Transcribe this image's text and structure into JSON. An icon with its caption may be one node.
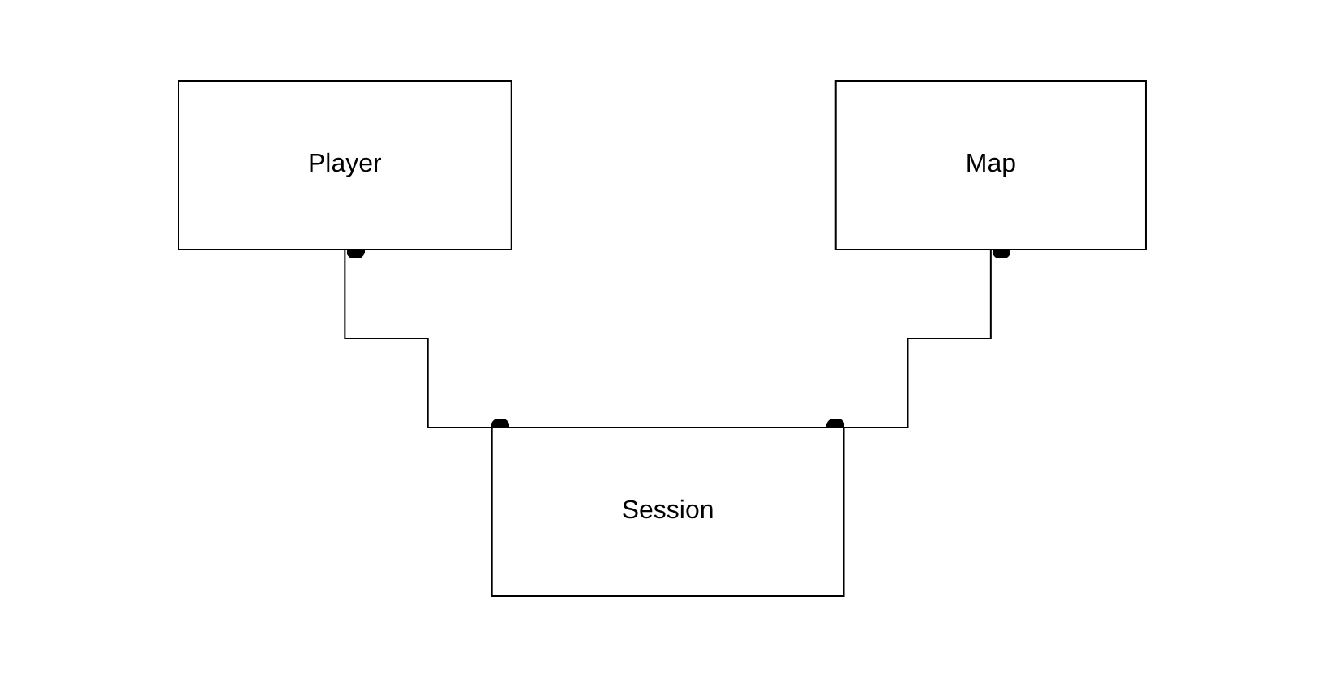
{
  "diagram": {
    "nodes": [
      {
        "text": [
          "Player"
        ]
      },
      {
        "text": [
          "Map"
        ]
      },
      {
        "text": [
          "Session"
        ]
      }
    ],
    "edges": [
      {
        "from": 0,
        "to": 2,
        "arrow": "other"
      },
      {
        "from": 1,
        "to": 2,
        "arrow": "other"
      }
    ]
  }
}
